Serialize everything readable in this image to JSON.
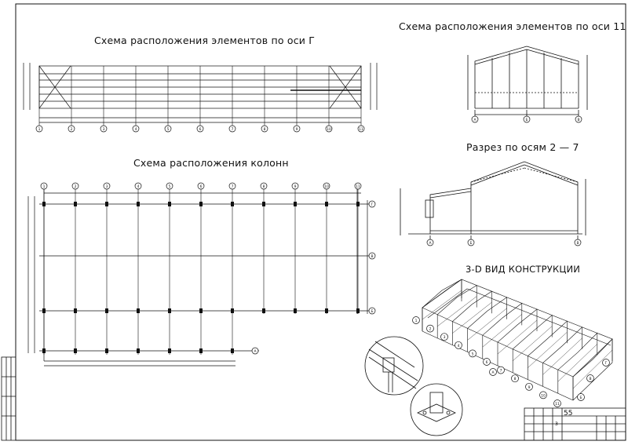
{
  "titles": {
    "axis_g_scheme": "Схема расположения элементов по оси Г",
    "axis_11_scheme": "Схема расположения элементов по оси 11",
    "columns_scheme": "Схема расположения колонн",
    "section": "Разрез по осям 2 — 7",
    "view_3d": "3-D ВИД КОНСТРУКЦИИ"
  },
  "grid_axes": {
    "numbered": [
      "1",
      "2",
      "3",
      "4",
      "5",
      "6",
      "7",
      "8",
      "9",
      "10",
      "11"
    ],
    "lettered": [
      "А",
      "Б",
      "В",
      "Г"
    ]
  },
  "view_3d_callouts": [
    "1",
    "2",
    "3",
    "4",
    "5",
    "6",
    "7",
    "8",
    "9",
    "10",
    "11",
    "А",
    "Б",
    "В",
    "Г"
  ],
  "title_block": {
    "drawing_number": "55",
    "sheet": "3"
  },
  "colors": {
    "line": "#111111",
    "background": "#ffffff"
  }
}
